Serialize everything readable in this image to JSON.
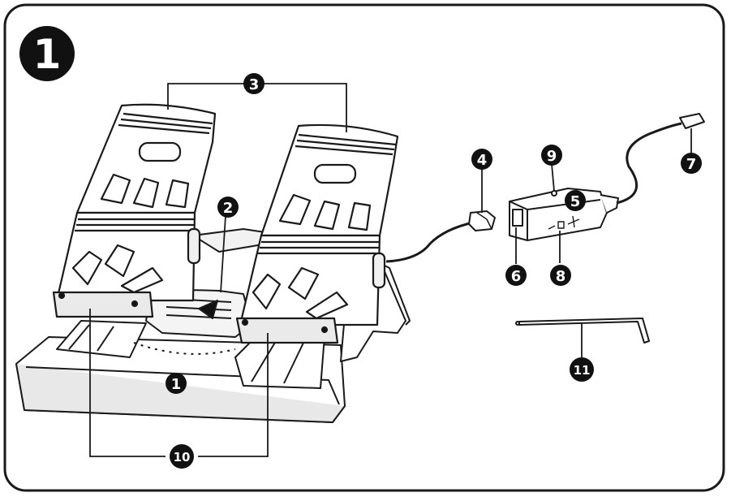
{
  "figure": {
    "big_label": "1"
  },
  "callouts": [
    {
      "id": "c1",
      "text": "1"
    },
    {
      "id": "c2",
      "text": "2"
    },
    {
      "id": "c3",
      "text": "3"
    },
    {
      "id": "c4",
      "text": "4"
    },
    {
      "id": "c5",
      "text": "5"
    },
    {
      "id": "c6",
      "text": "6"
    },
    {
      "id": "c7",
      "text": "7"
    },
    {
      "id": "c8",
      "text": "8"
    },
    {
      "id": "c9",
      "text": "9"
    },
    {
      "id": "c10",
      "text": "10"
    },
    {
      "id": "c11",
      "text": "11"
    }
  ],
  "colors": {
    "ink": "#1a1a1a",
    "pedal_fill": "#ffffff",
    "shade": "#d9d9d9",
    "callout_bg": "#111111",
    "callout_text": "#ffffff"
  }
}
